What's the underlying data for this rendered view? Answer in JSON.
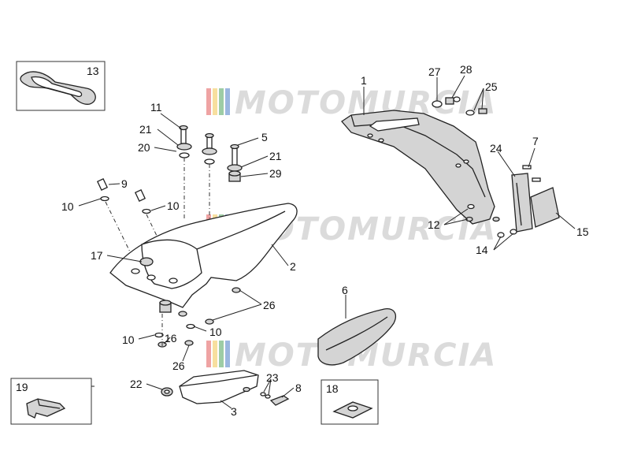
{
  "watermark": {
    "text": "MOTOMURCIA",
    "stripe_colors": [
      "#e04848",
      "#f0c040",
      "#3c9a4c",
      "#3870c0"
    ]
  },
  "callouts": [
    "1",
    "2",
    "3",
    "5",
    "6",
    "7",
    "8",
    "9",
    "10",
    "10",
    "10",
    "10",
    "11",
    "12",
    "13",
    "14",
    "15",
    "16",
    "17",
    "18",
    "19",
    "20",
    "21",
    "21",
    "22",
    "23",
    "24",
    "25",
    "26",
    "26",
    "27",
    "28",
    "29"
  ]
}
